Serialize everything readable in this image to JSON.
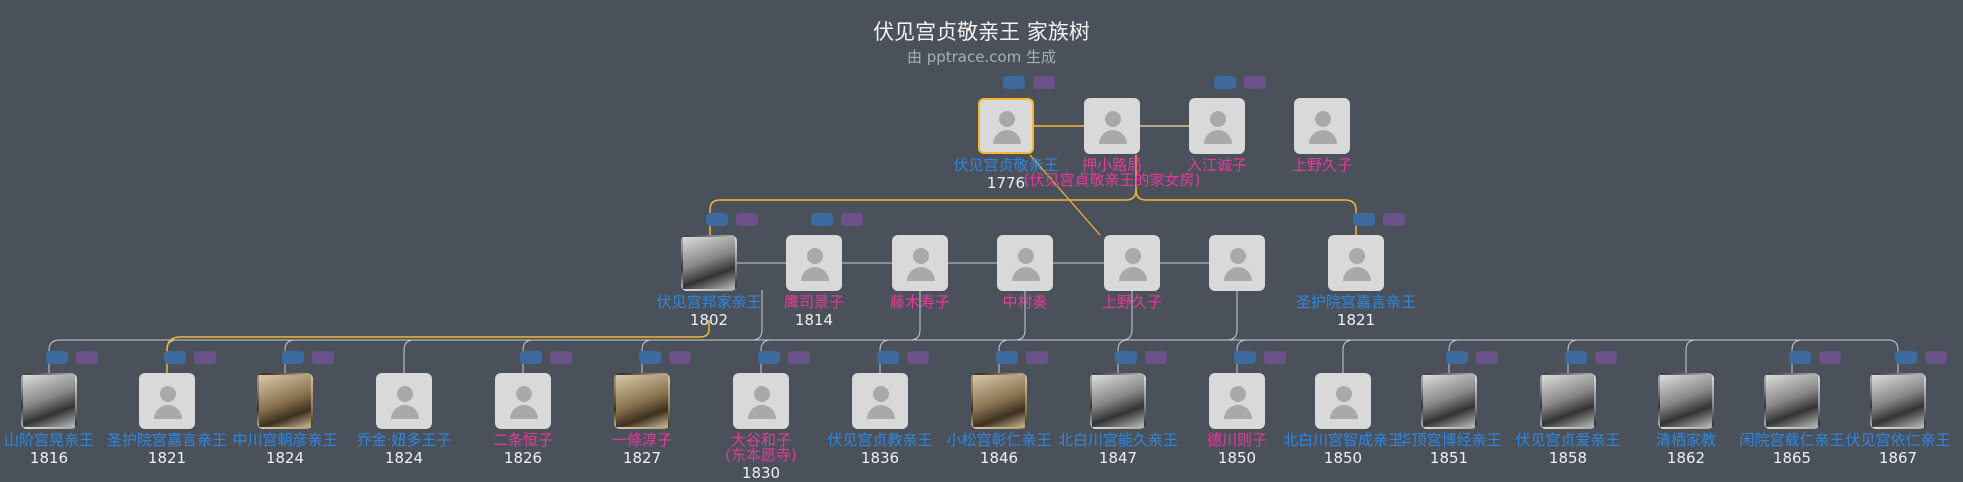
{
  "header": {
    "title": "伏见宫贞敬亲王 家族树",
    "subtitle": "由 pptrace.com 生成"
  },
  "colors": {
    "background": "#4a515a",
    "male": "#2f86e0",
    "female": "#e8399a",
    "highlight": "#f5b731",
    "tag_blue": "#3d6a9f",
    "tag_purple": "#6a5288"
  },
  "rows": [
    [
      {
        "name": "伏见宫贞敬亲王",
        "year": "1776",
        "gender": "male",
        "photo": false,
        "tags": true,
        "highlight": true
      },
      {
        "name": "押小路局",
        "note": "(伏见宫貞敬亲王的家女房)",
        "gender": "female",
        "photo": false,
        "tags": false
      },
      {
        "name": "入江诚子",
        "gender": "female",
        "photo": false,
        "tags": true
      },
      {
        "name": "上野久子",
        "gender": "female",
        "photo": false,
        "tags": false
      }
    ],
    [
      {
        "name": "伏见宫邦家亲王",
        "year": "1802",
        "gender": "male",
        "photo": true,
        "tags": true
      },
      {
        "name": "鹰司景子",
        "year": "1814",
        "gender": "female",
        "photo": false,
        "tags": true
      },
      {
        "name": "藤木寿子",
        "gender": "female",
        "photo": false,
        "tags": false
      },
      {
        "name": "中村奏",
        "gender": "female",
        "photo": false,
        "tags": false
      },
      {
        "name": "上野久子",
        "gender": "female",
        "photo": false,
        "tags": false
      },
      {
        "name": "",
        "gender": "female",
        "photo": false,
        "tags": false
      },
      {
        "name": "圣护院宫嘉言亲王",
        "year": "1821",
        "gender": "male",
        "photo": false,
        "tags": true
      }
    ],
    [
      {
        "name": "山阶宫晃亲王",
        "year": "1816",
        "gender": "male",
        "photo": true,
        "tags": true
      },
      {
        "name": "圣护院宫嘉言亲王",
        "year": "1821",
        "gender": "male",
        "photo": false,
        "tags": true
      },
      {
        "name": "中川宫朝彦亲王",
        "year": "1824",
        "gender": "male",
        "photo": true,
        "sepia": true,
        "tags": true
      },
      {
        "name": "乔金·妞多王子",
        "year": "1824",
        "gender": "male",
        "photo": false,
        "tags": false
      },
      {
        "name": "二条恒子",
        "year": "1826",
        "gender": "female",
        "photo": false,
        "tags": true
      },
      {
        "name": "一條淳子",
        "year": "1827",
        "gender": "female",
        "photo": true,
        "sepia": true,
        "tags": true
      },
      {
        "name": "大谷和子",
        "note": "(东本愿寺)",
        "year": "1830",
        "gender": "female",
        "photo": false,
        "tags": true
      },
      {
        "name": "伏见宫贞教亲王",
        "year": "1836",
        "gender": "male",
        "photo": false,
        "tags": true
      },
      {
        "name": "小松宫彰仁亲王",
        "year": "1846",
        "gender": "male",
        "photo": true,
        "sepia": true,
        "tags": true
      },
      {
        "name": "北白川宫能久亲王",
        "year": "1847",
        "gender": "male",
        "photo": true,
        "tags": true
      },
      {
        "name": "德川则子",
        "year": "1850",
        "gender": "female",
        "photo": false,
        "tags": true
      },
      {
        "name": "北白川宫智成亲王",
        "year": "1850",
        "gender": "male",
        "photo": false,
        "tags": false
      },
      {
        "name": "华顶宫博经亲王",
        "year": "1851",
        "gender": "male",
        "photo": true,
        "tags": true
      },
      {
        "name": "伏见宫贞爱亲王",
        "year": "1858",
        "gender": "male",
        "photo": true,
        "tags": true
      },
      {
        "name": "清栖家教",
        "year": "1862",
        "gender": "male",
        "photo": true,
        "tags": false
      },
      {
        "name": "闲院宫载仁亲王",
        "year": "1865",
        "gender": "male",
        "photo": true,
        "tags": true
      },
      {
        "name": "伏见宫依仁亲王",
        "year": "1867",
        "gender": "male",
        "photo": true,
        "tags": true
      }
    ]
  ]
}
